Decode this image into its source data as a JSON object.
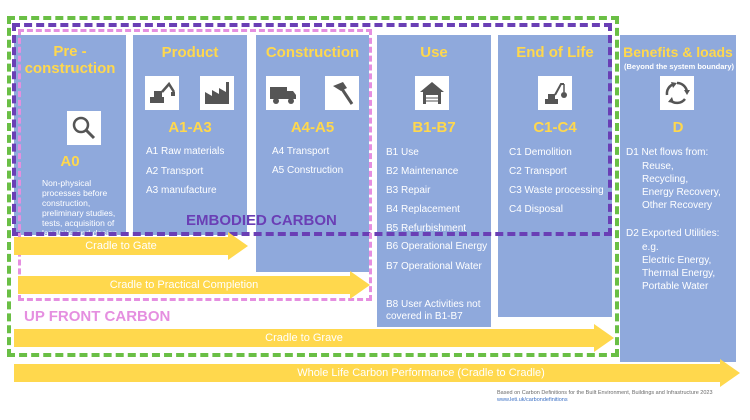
{
  "stages": [
    {
      "title": "Pre - construction",
      "code": "A0",
      "icons": [
        "search-icon"
      ],
      "items": [
        "Non-physical processes before construction, preliminary studies, tests, acquisition of land/site and design"
      ]
    },
    {
      "title": "Product",
      "code": "A1-A3",
      "icons": [
        "excavator-icon",
        "factory-icon"
      ],
      "items": [
        "A1 Raw materials",
        "A2 Transport",
        "A3 manufacture"
      ]
    },
    {
      "title": "Construction",
      "code": "A4-A5",
      "icons": [
        "truck-icon",
        "hammer-icon"
      ],
      "items": [
        "A4 Transport",
        "A5 Construction"
      ]
    },
    {
      "title": "Use",
      "code": "B1-B7",
      "icons": [
        "house-icon"
      ],
      "items": [
        "B1 Use",
        "B2 Maintenance",
        "B3 Repair",
        "B4 Replacement",
        "B5 Refurbishment",
        "B6 Operational Energy",
        "B7 Operational Water",
        "B8 User Activities not covered in B1-B7"
      ]
    },
    {
      "title": "End of Life",
      "code": "C1-C4",
      "icons": [
        "demolition-icon"
      ],
      "items": [
        "C1 Demolition",
        "C2 Transport",
        "C3 Waste processing",
        "C4 Disposal"
      ]
    },
    {
      "title": "Benefits & loads",
      "subtitle": "(Beyond the system boundary)",
      "code": "D",
      "icons": [
        "recycle-icon"
      ],
      "items": [
        "D1 Net flows from:",
        "Reuse,",
        "Recycling,",
        "Energy Recovery,",
        "Other Recovery",
        "D2 Exported Utilities:",
        "e.g.",
        "Electric Energy,",
        "Thermal Energy,",
        "Portable Water"
      ]
    }
  ],
  "labels": {
    "embodied": "EMBODIED CARBON",
    "upfront": "UP FRONT CARBON",
    "whole_life": "WHOLE LIFE CARBON"
  },
  "arrows": {
    "gate": "Cradle to Gate",
    "practical": "Cradle to Practical Completion",
    "grave": "Cradle to Grave",
    "cradle": "Whole Life Carbon Performance (Cradle to Cradle)"
  },
  "credit": {
    "line1": "Based on Carbon Definitions for the Built Environment, Buildings and Infrastructure 2023",
    "line2": "www.leti.uk/carbondefinitions"
  },
  "colors": {
    "column": "#8fa9dc",
    "accent": "#ffd84d",
    "embodied": "#6a3fb5",
    "upfront": "#e58fe0",
    "whole_life": "#6abf45"
  }
}
